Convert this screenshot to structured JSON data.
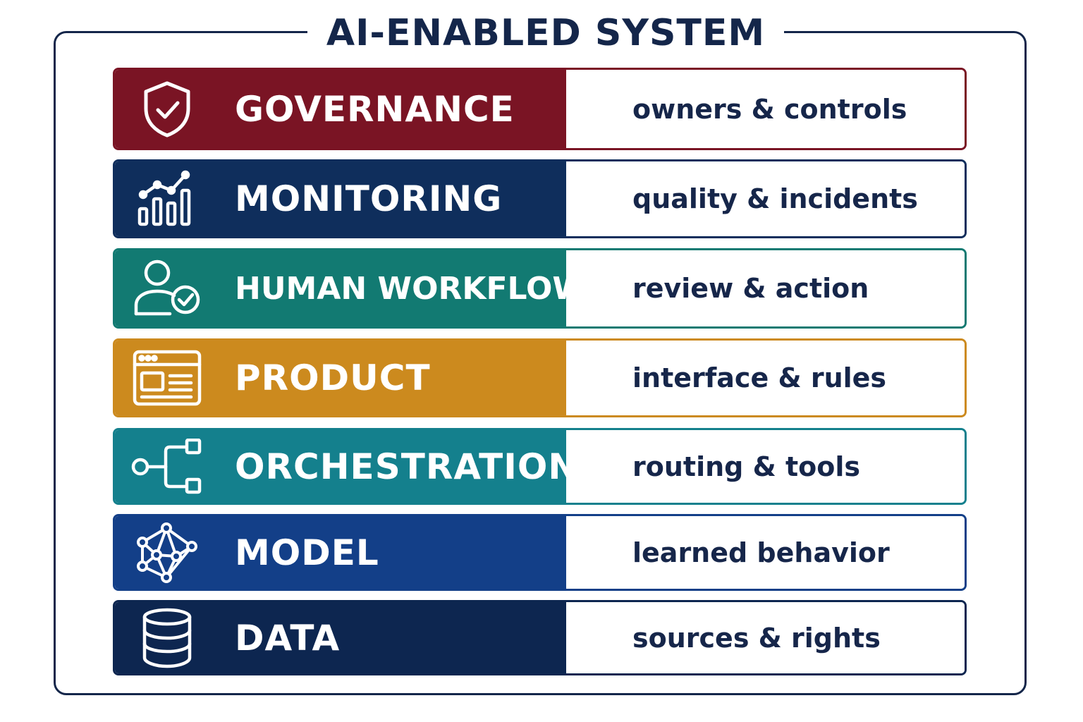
{
  "title": "AI-ENABLED SYSTEM",
  "layers": [
    {
      "name": "GOVERNANCE",
      "description": "owners & controls",
      "color": "#7a1424",
      "icon": "shield-check-icon"
    },
    {
      "name": "MONITORING",
      "description": "quality & incidents",
      "color": "#0f2e5c",
      "icon": "bar-chart-trend-icon"
    },
    {
      "name": "HUMAN WORKFLOW",
      "description": "review & action",
      "color": "#127a72",
      "icon": "user-check-icon"
    },
    {
      "name": "PRODUCT",
      "description": "interface & rules",
      "color": "#cc8a1e",
      "icon": "browser-window-icon"
    },
    {
      "name": "ORCHESTRATION",
      "description": "routing & tools",
      "color": "#14808d",
      "icon": "flow-branch-icon"
    },
    {
      "name": "MODEL",
      "description": "learned behavior",
      "color": "#133f88",
      "icon": "neural-network-icon"
    },
    {
      "name": "DATA",
      "description": "sources & rights",
      "color": "#0d2650",
      "icon": "database-icon"
    }
  ]
}
